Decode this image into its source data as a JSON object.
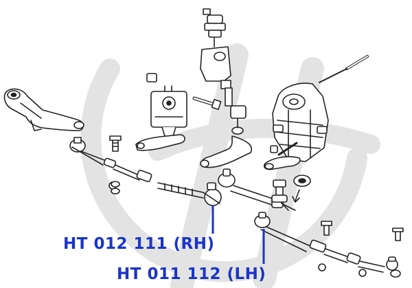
{
  "colors": {
    "background": "#ffffff",
    "watermark": "#e3e3e3",
    "line_art": "#222222",
    "callout": "#1a35c8"
  },
  "watermark": {
    "icon": "brand-logo-watermark"
  },
  "labels": {
    "rh": "HT 012 111 (RH)",
    "lh": "HT 011 112 (LH)"
  }
}
